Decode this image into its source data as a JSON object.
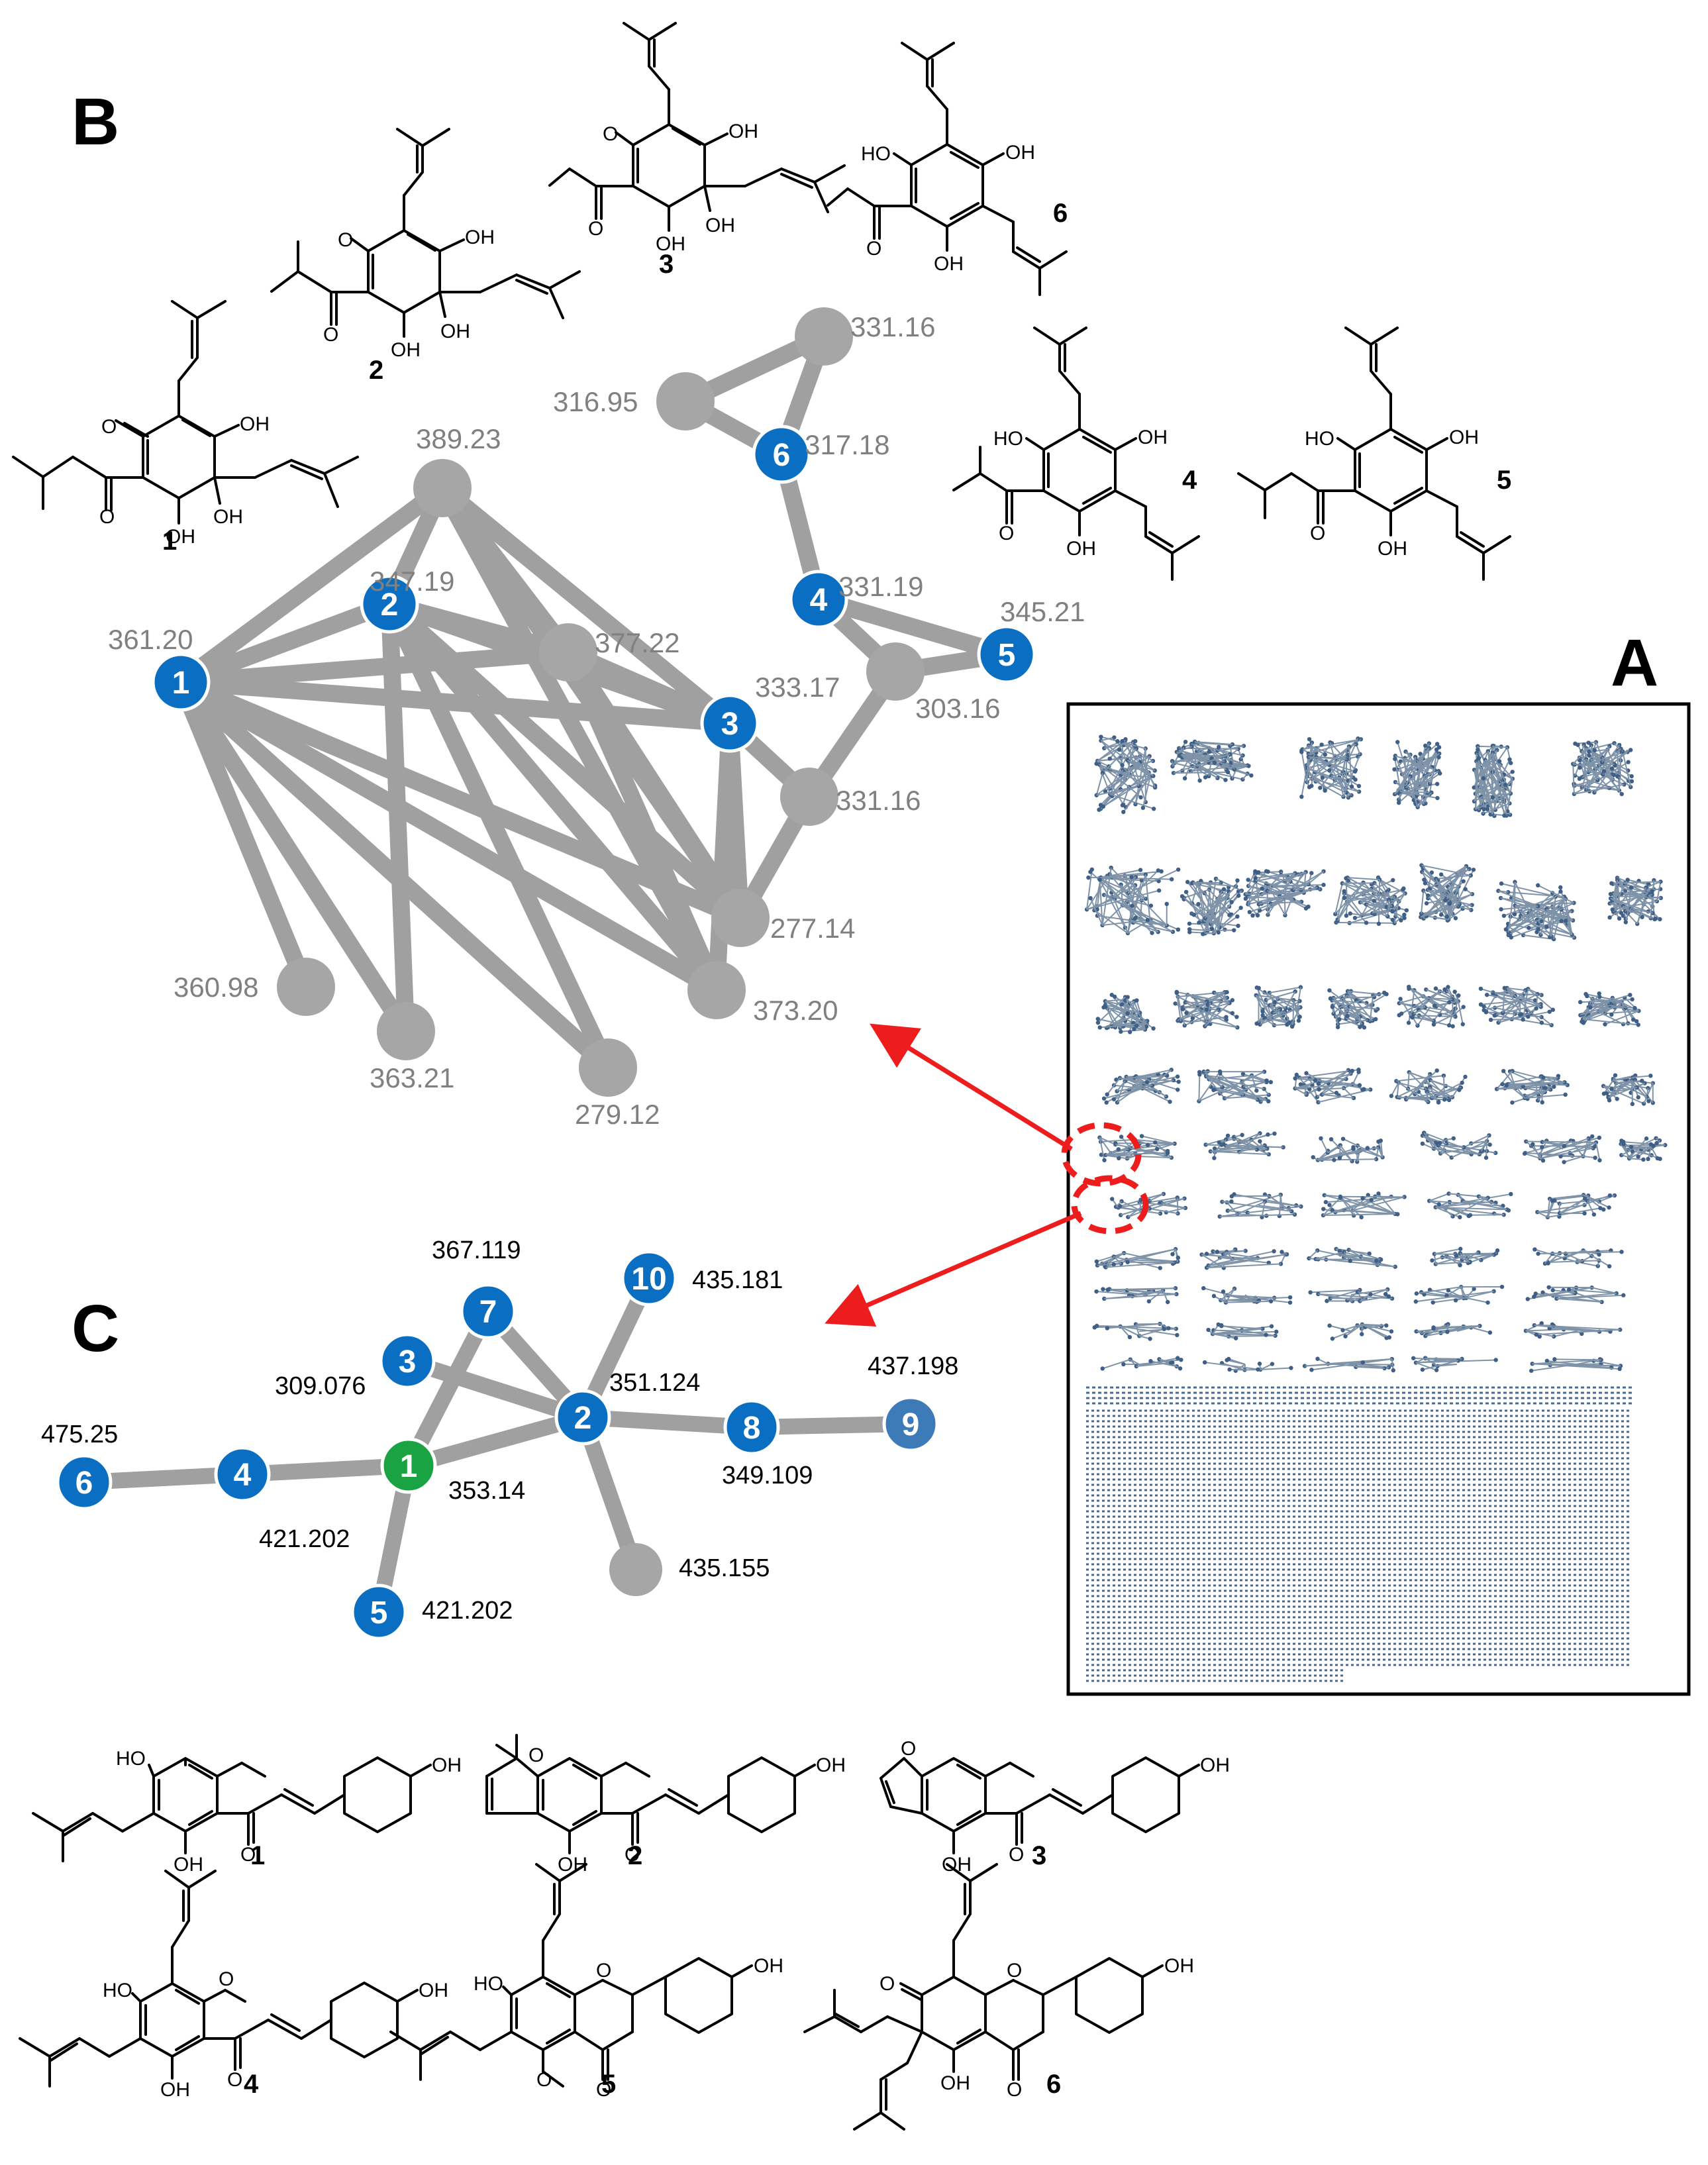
{
  "panels": {
    "A": "A",
    "B": "B",
    "C": "C"
  },
  "panel_b": {
    "nodes": [
      {
        "id": "b1",
        "mz": "361.20",
        "num": "1",
        "type": "blue"
      },
      {
        "id": "b2",
        "mz": "347.19",
        "num": "2",
        "type": "blue"
      },
      {
        "id": "b3",
        "mz": "333.17",
        "num": "3",
        "type": "blue"
      },
      {
        "id": "b4",
        "mz": "331.19",
        "num": "4",
        "type": "blue"
      },
      {
        "id": "b5",
        "mz": "345.21",
        "num": "5",
        "type": "blue"
      },
      {
        "id": "b6",
        "mz": "317.18",
        "num": "6",
        "type": "blue"
      },
      {
        "id": "g389",
        "mz": "389.23",
        "num": "",
        "type": "grey"
      },
      {
        "id": "g377",
        "mz": "377.22",
        "num": "",
        "type": "grey"
      },
      {
        "id": "g331a",
        "mz": "331.16",
        "num": "",
        "type": "grey"
      },
      {
        "id": "g316",
        "mz": "316.95",
        "num": "",
        "type": "grey"
      },
      {
        "id": "g303",
        "mz": "303.16",
        "num": "",
        "type": "grey"
      },
      {
        "id": "g331b",
        "mz": "331.16",
        "num": "",
        "type": "grey"
      },
      {
        "id": "g277",
        "mz": "277.14",
        "num": "",
        "type": "grey"
      },
      {
        "id": "g373",
        "mz": "373.20",
        "num": "",
        "type": "grey"
      },
      {
        "id": "g360",
        "mz": "360.98",
        "num": "",
        "type": "grey"
      },
      {
        "id": "g363",
        "mz": "363.21",
        "num": "",
        "type": "grey"
      },
      {
        "id": "g279",
        "mz": "279.12",
        "num": "",
        "type": "grey"
      }
    ],
    "edges": [
      [
        "b1",
        "g389"
      ],
      [
        "b1",
        "b2"
      ],
      [
        "b1",
        "g377"
      ],
      [
        "b1",
        "b3"
      ],
      [
        "b1",
        "g277"
      ],
      [
        "b1",
        "g373"
      ],
      [
        "b1",
        "g360"
      ],
      [
        "b1",
        "g363"
      ],
      [
        "b1",
        "g279"
      ],
      [
        "g389",
        "b2"
      ],
      [
        "g389",
        "g377"
      ],
      [
        "g389",
        "b3"
      ],
      [
        "g389",
        "g277"
      ],
      [
        "g389",
        "g373"
      ],
      [
        "b2",
        "g377"
      ],
      [
        "b2",
        "b3"
      ],
      [
        "b2",
        "g277"
      ],
      [
        "b2",
        "g373"
      ],
      [
        "b2",
        "g363"
      ],
      [
        "b2",
        "g279"
      ],
      [
        "g377",
        "b3"
      ],
      [
        "g377",
        "g277"
      ],
      [
        "g377",
        "g373"
      ],
      [
        "b3",
        "g277"
      ],
      [
        "b3",
        "g373"
      ],
      [
        "b3",
        "g331b"
      ],
      [
        "g331b",
        "g277"
      ],
      [
        "g331b",
        "g303"
      ],
      [
        "g303",
        "b4"
      ],
      [
        "g303",
        "b5"
      ],
      [
        "b4",
        "b5"
      ],
      [
        "b4",
        "b6"
      ],
      [
        "b6",
        "g316"
      ],
      [
        "b6",
        "g331a"
      ],
      [
        "g316",
        "g331a"
      ]
    ],
    "compounds": [
      "1",
      "2",
      "3",
      "4",
      "5",
      "6"
    ]
  },
  "panel_c": {
    "nodes": [
      {
        "id": "c1",
        "num": "1",
        "mz": "353.14",
        "type": "green"
      },
      {
        "id": "c2",
        "num": "2",
        "mz": "351.124",
        "type": "blue"
      },
      {
        "id": "c3",
        "num": "3",
        "mz": "309.076",
        "type": "blue"
      },
      {
        "id": "c4",
        "num": "4",
        "mz": "421.202",
        "type": "blue"
      },
      {
        "id": "c5",
        "num": "5",
        "mz": "421.202",
        "type": "blue"
      },
      {
        "id": "c6",
        "num": "6",
        "mz": "475.25",
        "type": "blue"
      },
      {
        "id": "c7",
        "num": "7",
        "mz": "367.119",
        "type": "blue"
      },
      {
        "id": "c8",
        "num": "8",
        "mz": "349.109",
        "type": "blue"
      },
      {
        "id": "c9",
        "num": "9",
        "mz": "437.198",
        "type": "steel"
      },
      {
        "id": "c10",
        "num": "10",
        "mz": "435.181",
        "type": "blue"
      },
      {
        "id": "cg",
        "num": "",
        "mz": "435.155",
        "type": "grey"
      }
    ],
    "edges": [
      [
        "c1",
        "c2"
      ],
      [
        "c1",
        "c7"
      ],
      [
        "c1",
        "c4"
      ],
      [
        "c1",
        "c5"
      ],
      [
        "c7",
        "c2"
      ],
      [
        "c3",
        "c2"
      ],
      [
        "c2",
        "c10"
      ],
      [
        "c2",
        "c8"
      ],
      [
        "c2",
        "cg"
      ],
      [
        "c4",
        "c6"
      ],
      [
        "c8",
        "c9"
      ]
    ],
    "compounds": [
      "1",
      "2",
      "3",
      "4",
      "5",
      "6"
    ]
  },
  "atom_labels": {
    "oh": "OH",
    "ho": "HO",
    "o": "O"
  },
  "colors": {
    "blue": "#0a6fc2",
    "green": "#1aa343",
    "steel": "#3d7ab8",
    "grey_node": "#a6a6a6",
    "edge": "#a0a0a0",
    "arrow": "#ee1d1d"
  }
}
